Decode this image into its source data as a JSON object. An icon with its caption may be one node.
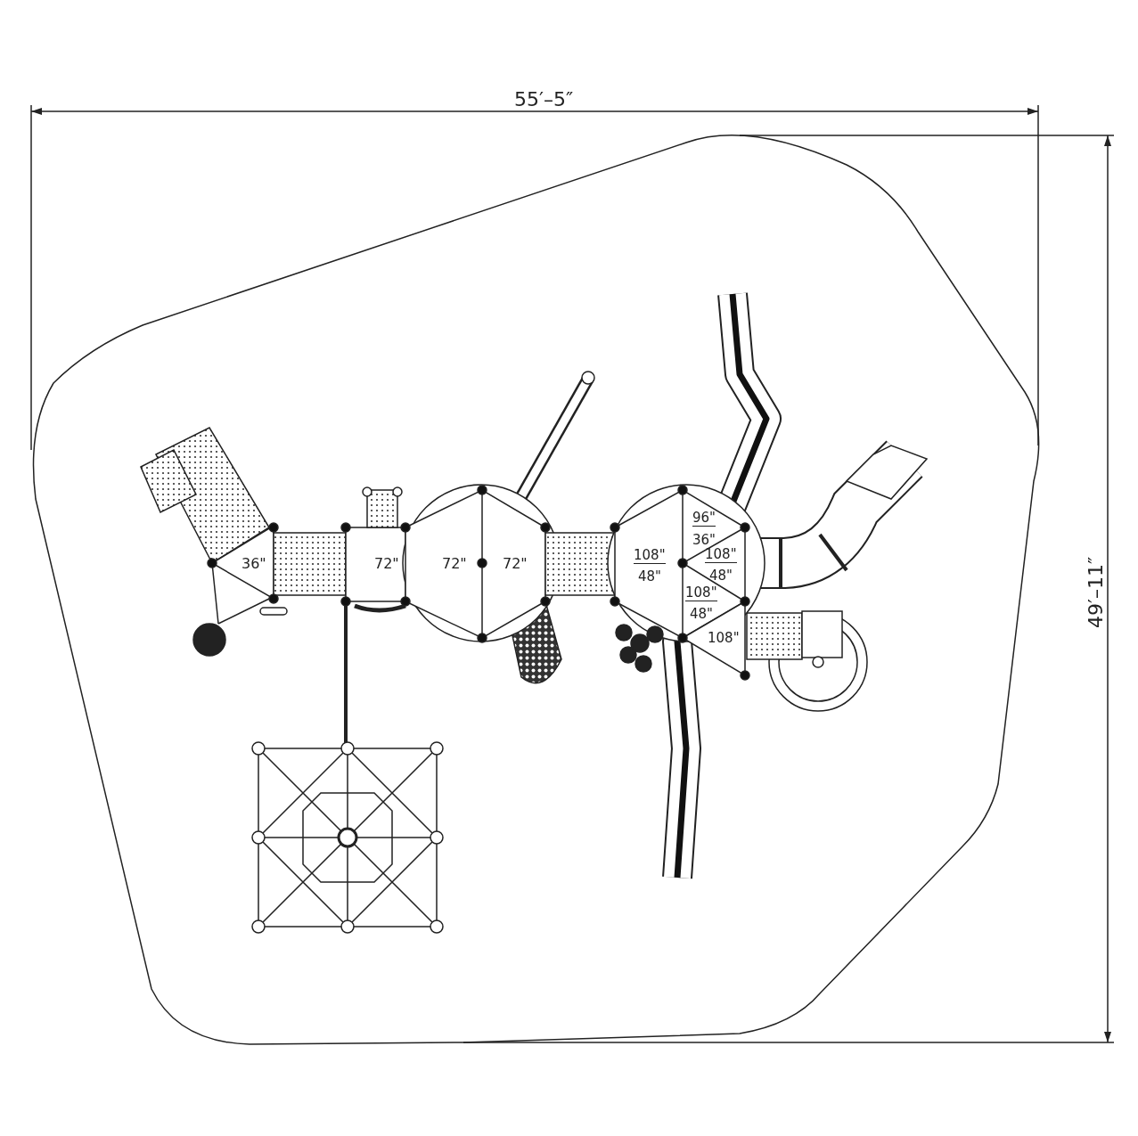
{
  "diagram": {
    "labels": [
      "55′–5″",
      "96\"",
      "36\"",
      "36\"",
      "72\"",
      "72\"",
      "72\"",
      "108\"",
      "48\"",
      "108\"",
      "48\"",
      "49′–11″",
      "108\"",
      "48\"",
      "108\""
    ]
  }
}
